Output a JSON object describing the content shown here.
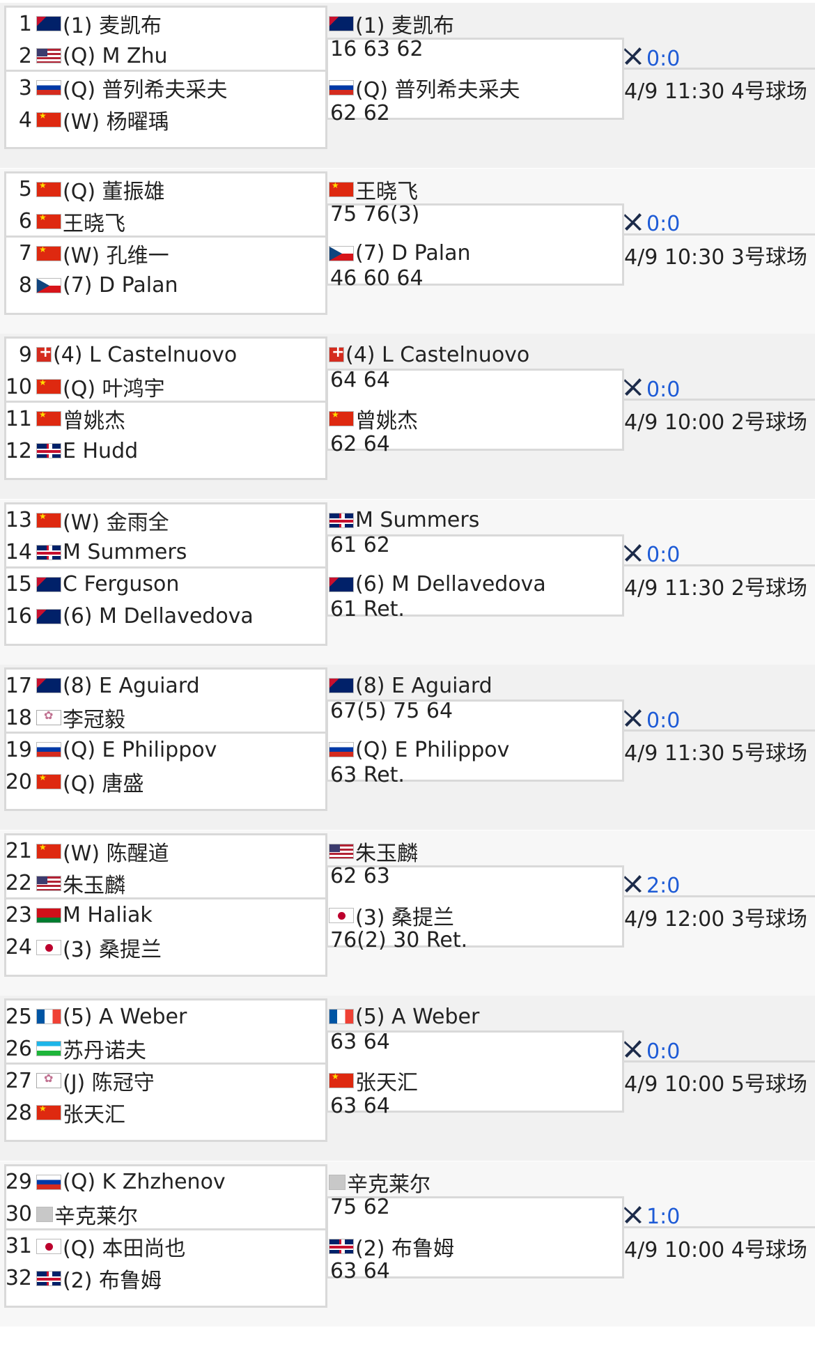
{
  "colors": {
    "border": "#d9d9d9",
    "h2h": "#1e5bd6",
    "text": "#222222"
  },
  "players": [
    {
      "num": "1",
      "flag": "aus",
      "name": "(1) 麦凯布"
    },
    {
      "num": "2",
      "flag": "usa",
      "name": "(Q) M Zhu"
    },
    {
      "num": "3",
      "flag": "rus",
      "name": "(Q) 普列希夫采夫"
    },
    {
      "num": "4",
      "flag": "chn",
      "name": "(W) 杨曜瑀"
    },
    {
      "num": "5",
      "flag": "chn",
      "name": "(Q) 董振雄"
    },
    {
      "num": "6",
      "flag": "chn",
      "name": "王晓飞"
    },
    {
      "num": "7",
      "flag": "chn",
      "name": "(W) 孔维一"
    },
    {
      "num": "8",
      "flag": "cze",
      "name": "(7) D Palan"
    },
    {
      "num": "9",
      "flag": "sui",
      "name": "(4) L Castelnuovo"
    },
    {
      "num": "10",
      "flag": "chn",
      "name": "(Q) 叶鸿宇"
    },
    {
      "num": "11",
      "flag": "chn",
      "name": "曾姚杰"
    },
    {
      "num": "12",
      "flag": "gbr",
      "name": "E Hudd"
    },
    {
      "num": "13",
      "flag": "chn",
      "name": "(W) 金雨全"
    },
    {
      "num": "14",
      "flag": "gbr",
      "name": "M Summers"
    },
    {
      "num": "15",
      "flag": "aus",
      "name": "C Ferguson"
    },
    {
      "num": "16",
      "flag": "aus",
      "name": "(6) M Dellavedova"
    },
    {
      "num": "17",
      "flag": "aus",
      "name": "(8) E Aguiard"
    },
    {
      "num": "18",
      "flag": "tpe",
      "name": "李冠毅"
    },
    {
      "num": "19",
      "flag": "rus",
      "name": "(Q) E Philippov"
    },
    {
      "num": "20",
      "flag": "chn",
      "name": "(Q) 唐盛"
    },
    {
      "num": "21",
      "flag": "chn",
      "name": "(W) 陈醒道"
    },
    {
      "num": "22",
      "flag": "usa",
      "name": "朱玉麟"
    },
    {
      "num": "23",
      "flag": "blr",
      "name": "M Haliak"
    },
    {
      "num": "24",
      "flag": "jpn",
      "name": "(3) 桑提兰"
    },
    {
      "num": "25",
      "flag": "fra",
      "name": "(5) A Weber"
    },
    {
      "num": "26",
      "flag": "uzb",
      "name": "苏丹诺夫"
    },
    {
      "num": "27",
      "flag": "tpe",
      "name": "(J) 陈冠守"
    },
    {
      "num": "28",
      "flag": "chn",
      "name": "张天汇"
    },
    {
      "num": "29",
      "flag": "rus",
      "name": "(Q) K Zhzhenov"
    },
    {
      "num": "30",
      "flag": "gry",
      "name": "辛克莱尔"
    },
    {
      "num": "31",
      "flag": "jpn",
      "name": "(Q) 本田尚也"
    },
    {
      "num": "32",
      "flag": "gbr",
      "name": "(2) 布鲁姆"
    }
  ],
  "second_round": [
    {
      "top": {
        "flag": "aus",
        "name": "(1) 麦凯布",
        "score": "16 63 62"
      },
      "bottom": {
        "flag": "rus",
        "name": "(Q) 普列希夫采夫",
        "score": "62 62"
      },
      "h2h": "0:0",
      "schedule": "4/9 11:30 4号球场"
    },
    {
      "top": {
        "flag": "chn",
        "name": "王晓飞",
        "score": "75 76(3)"
      },
      "bottom": {
        "flag": "cze",
        "name": "(7) D Palan",
        "score": "46 60 64"
      },
      "h2h": "0:0",
      "schedule": "4/9 10:30 3号球场"
    },
    {
      "top": {
        "flag": "sui",
        "name": "(4) L Castelnuovo",
        "score": "64 64"
      },
      "bottom": {
        "flag": "chn",
        "name": "曾姚杰",
        "score": "62 64"
      },
      "h2h": "0:0",
      "schedule": "4/9 10:00 2号球场"
    },
    {
      "top": {
        "flag": "gbr",
        "name": "M Summers",
        "score": "61 62"
      },
      "bottom": {
        "flag": "aus",
        "name": "(6) M Dellavedova",
        "score": "61 Ret."
      },
      "h2h": "0:0",
      "schedule": "4/9 11:30 2号球场"
    },
    {
      "top": {
        "flag": "aus",
        "name": "(8) E Aguiard",
        "score": "67(5) 75 64"
      },
      "bottom": {
        "flag": "rus",
        "name": "(Q) E Philippov",
        "score": "63 Ret."
      },
      "h2h": "0:0",
      "schedule": "4/9 11:30 5号球场"
    },
    {
      "top": {
        "flag": "usa",
        "name": "朱玉麟",
        "score": "62 63"
      },
      "bottom": {
        "flag": "jpn",
        "name": "(3) 桑提兰",
        "score": "76(2) 30 Ret."
      },
      "h2h": "2:0",
      "schedule": "4/9 12:00 3号球场"
    },
    {
      "top": {
        "flag": "fra",
        "name": "(5) A Weber",
        "score": "63 64"
      },
      "bottom": {
        "flag": "chn",
        "name": "张天汇",
        "score": "63 64"
      },
      "h2h": "0:0",
      "schedule": "4/9 10:00 5号球场"
    },
    {
      "top": {
        "flag": "gry",
        "name": "辛克莱尔",
        "score": "75 62"
      },
      "bottom": {
        "flag": "gbr",
        "name": "(2) 布鲁姆",
        "score": "63 64"
      },
      "h2h": "1:0",
      "schedule": "4/9 10:00 4号球场"
    }
  ]
}
